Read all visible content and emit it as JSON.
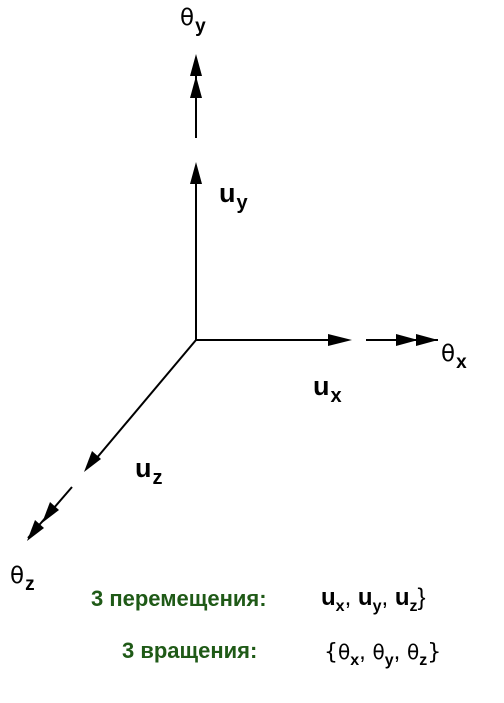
{
  "labels": {
    "theta_y": {
      "symbol": "θ",
      "sub": "y"
    },
    "u_y": {
      "symbol": "u",
      "sub": "y"
    },
    "u_x": {
      "symbol": "u",
      "sub": "x"
    },
    "theta_x": {
      "symbol": "θ",
      "sub": "x"
    },
    "u_z": {
      "symbol": "u",
      "sub": "z"
    },
    "theta_z": {
      "symbol": "θ",
      "sub": "z"
    }
  },
  "translations": {
    "caption": "3 перемещения:",
    "u": "u",
    "x": "x",
    "y": "y",
    "z": "z",
    "sep": ", ",
    "close": "}"
  },
  "rotations": {
    "caption": "3 вращения:",
    "open": "{",
    "theta": "θ",
    "x": "x",
    "y": "y",
    "z": "z",
    "sep": ", ",
    "close": "}"
  },
  "colors": {
    "caption": "#1f5a17",
    "ink": "#000000"
  }
}
